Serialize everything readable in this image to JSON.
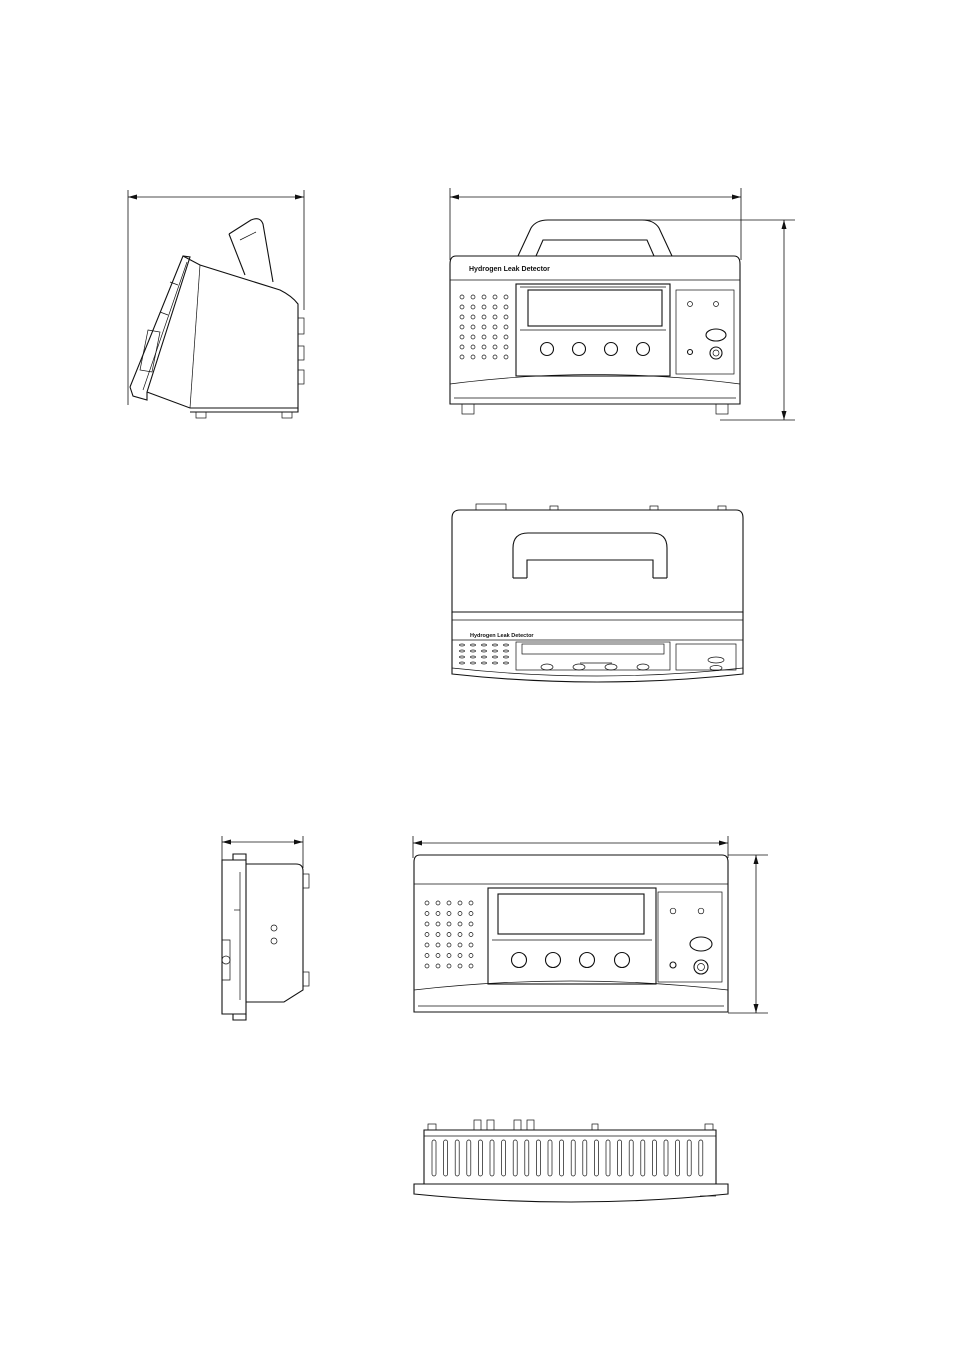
{
  "document": {
    "type": "dimension-drawing",
    "views": [
      "side-view-with-handle",
      "front-view-with-handle",
      "top-view-handle-folded",
      "side-view-compact",
      "front-view-compact",
      "bottom-view"
    ]
  },
  "device": {
    "front_label": "Hydrogen Leak Detector"
  },
  "colors": {
    "line": "#111111",
    "background": "#ffffff"
  }
}
